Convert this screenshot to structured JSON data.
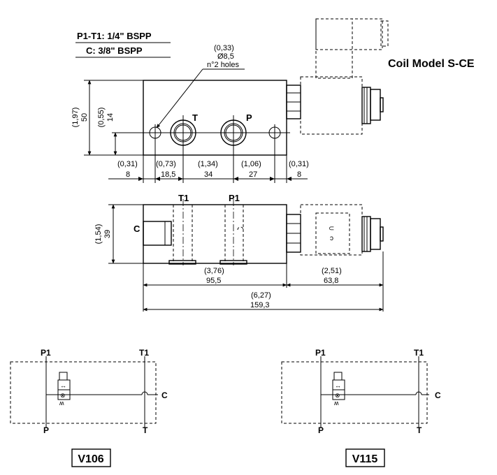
{
  "notes": {
    "ports_line1": "P1-T1: 1/4\" BSPP",
    "ports_line2": "C: 3/8\" BSPP",
    "coil_model": "Coil Model S-CE"
  },
  "holes_callout": {
    "inch": "(0,33)",
    "mm": "Ø8,5",
    "count": "n°2 holes"
  },
  "top_view": {
    "port_T": "T",
    "port_P": "P",
    "height_inch": "(1,97)",
    "height_mm": "50",
    "hole_height_inch": "(0,55)",
    "hole_height_mm": "14",
    "dims": [
      {
        "inch": "(0,31)",
        "mm": "8"
      },
      {
        "inch": "(0,73)",
        "mm": "18,5"
      },
      {
        "inch": "(1,34)",
        "mm": "34"
      },
      {
        "inch": "(1,06)",
        "mm": "27"
      },
      {
        "inch": "(0,31)",
        "mm": "8"
      }
    ]
  },
  "side_view": {
    "port_T1": "T1",
    "port_P1": "P1",
    "port_C": "C",
    "height_inch": "(1,54)",
    "height_mm": "39",
    "body_inch": "(3,76)",
    "body_mm": "95,5",
    "coil_inch": "(2,51)",
    "coil_mm": "63,8",
    "total_inch": "(6,27)",
    "total_mm": "159,3"
  },
  "schematics": [
    {
      "model": "V106",
      "p1": "P1",
      "t1": "T1",
      "p": "P",
      "t": "T",
      "c": "C"
    },
    {
      "model": "V115",
      "p1": "P1",
      "t1": "T1",
      "p": "P",
      "t": "T",
      "c": "C"
    }
  ]
}
